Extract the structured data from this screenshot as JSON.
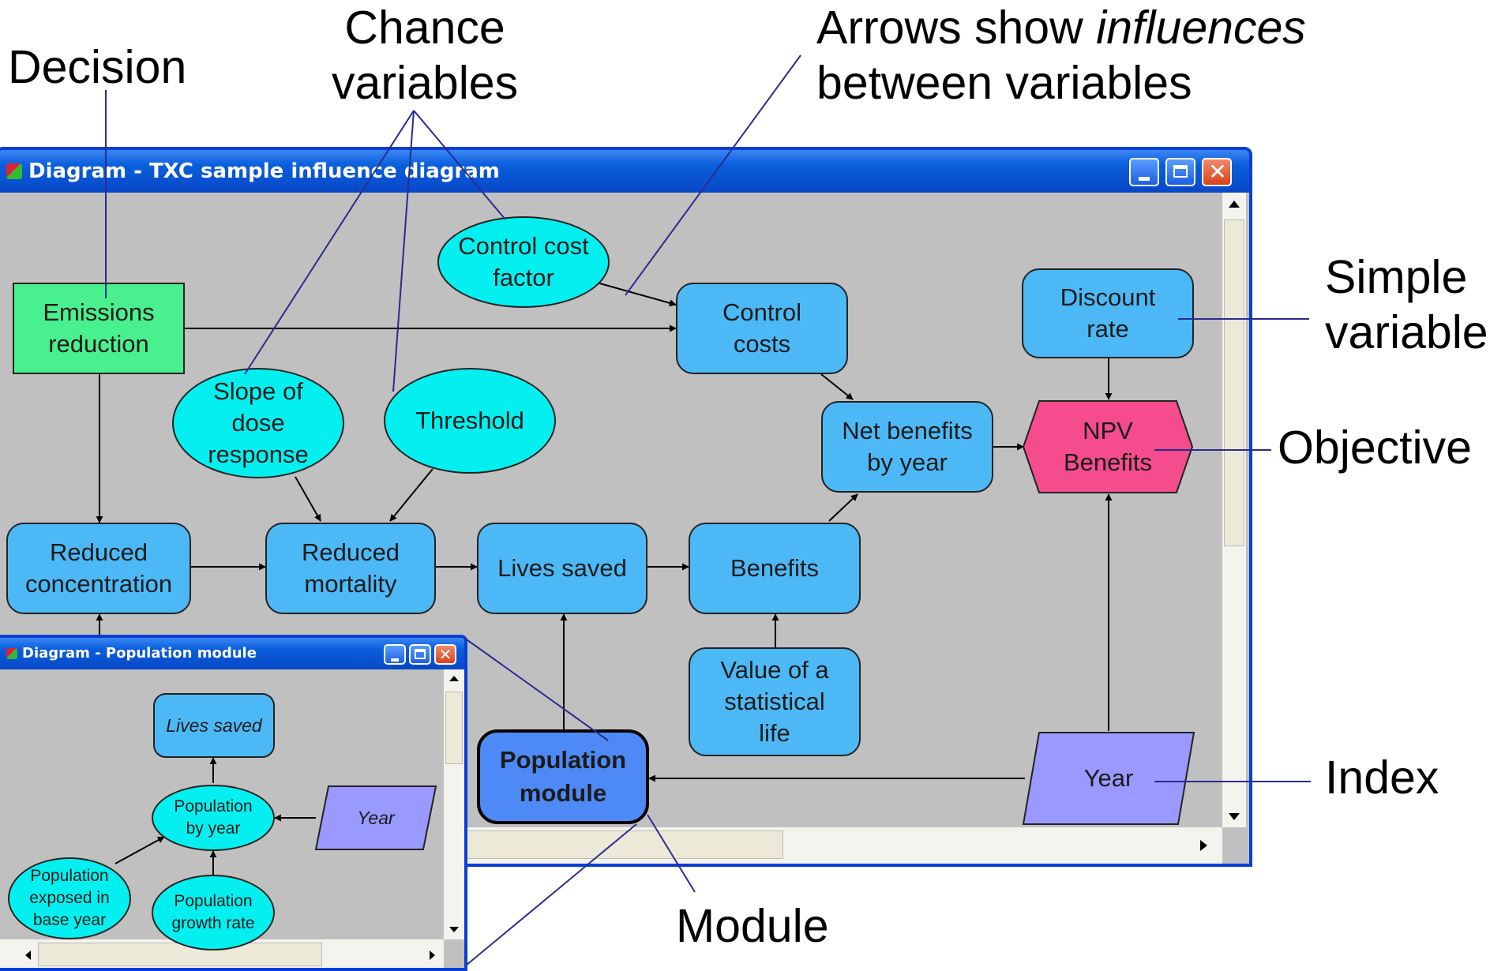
{
  "callouts": {
    "decision": "Decision",
    "chance_1": "Chance",
    "chance_2": "variables",
    "arrows_1a": "Arrows show ",
    "arrows_1b": "influences",
    "arrows_2": "between variables",
    "simple_1": "Simple",
    "simple_2": "variable",
    "objective": "Objective",
    "index": "Index",
    "module": "Module"
  },
  "main_window": {
    "title": "Diagram - TXC sample influence diagram",
    "nodes": {
      "emissions": "Emissions\nreduction",
      "control_cost_factor": "Control cost\nfactor",
      "control_costs": "Control\ncosts",
      "discount_rate": "Discount\nrate",
      "slope": "Slope of\ndose\nresponse",
      "threshold": "Threshold",
      "net_benefits": "Net benefits\nby year",
      "npv": "NPV\nBenefits",
      "reduced_concentration": "Reduced\nconcentration",
      "reduced_mortality": "Reduced\nmortality",
      "lives_saved": "Lives saved",
      "benefits": "Benefits",
      "value_statistical_life": "Value of a\nstatistical\nlife",
      "population_module": "Population\nmodule",
      "year": "Year"
    }
  },
  "sub_window": {
    "title": "Diagram - Population module",
    "nodes": {
      "lives_saved": "Lives saved",
      "population_by_year": "Population\nby year",
      "year": "Year",
      "population_exposed": "Population\nexposed in\nbase year",
      "population_growth": "Population\ngrowth rate"
    }
  },
  "colors": {
    "variable": "#4cb9f6",
    "chance": "#04f0f0",
    "decision": "#48f08e",
    "objective": "#f44c8c",
    "index": "#9999ff",
    "module": "#4d8af5",
    "pointer_line": "#2b2b8f",
    "title_bar": "#0a5fdc"
  }
}
